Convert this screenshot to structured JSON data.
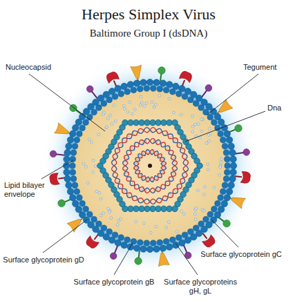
{
  "diagram": {
    "title": "Herpes Simplex Virus",
    "labels": [
      "Baltimore Group I (dsDNA)",
      "Nucleocapsid",
      "Tegument",
      "Dna",
      "Lipid bilayer envelope",
      "Surface glycoprotein gD",
      "Surface glycoprotein gB",
      "Surface glycoproteins gH, gL",
      "Surface glycoprotein gC"
    ]
  }
}
